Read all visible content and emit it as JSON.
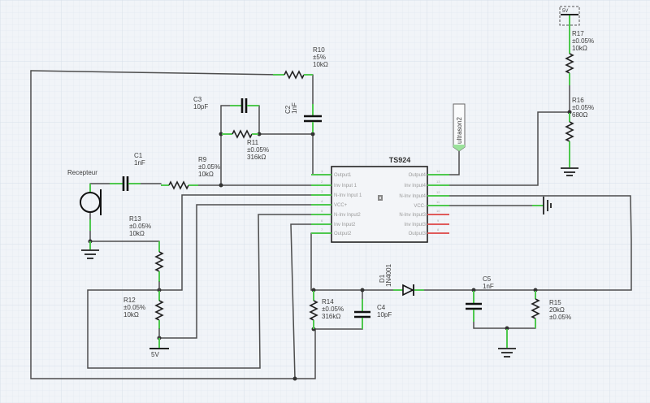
{
  "canvas": {
    "background": "#f1f4f8",
    "wire_color": "#4d4d4d",
    "connected_pin_color": "#4ec84e",
    "unconnected_pin_color": "#e05a5a"
  },
  "ic": {
    "name": "TS924",
    "icon": "chip-icon",
    "left_pins": [
      {
        "num": "1",
        "label": "Output1"
      },
      {
        "num": "2",
        "label": "Inv Input 1"
      },
      {
        "num": "3",
        "label": "N-Inv Input 1"
      },
      {
        "num": "4",
        "label": "VCC+"
      },
      {
        "num": "5",
        "label": "N-Inv Input2"
      },
      {
        "num": "6",
        "label": "Inv Input2"
      },
      {
        "num": "7",
        "label": "Output2"
      }
    ],
    "right_pins": [
      {
        "num": "14",
        "label": "Output4"
      },
      {
        "num": "13",
        "label": "Inv Input4"
      },
      {
        "num": "12",
        "label": "N-Inv Input4"
      },
      {
        "num": "11",
        "label": "VCC-"
      },
      {
        "num": "10",
        "label": "N-Inv Input3"
      },
      {
        "num": "9",
        "label": "Inv Input3"
      },
      {
        "num": "8",
        "label": "Output3"
      }
    ]
  },
  "components": {
    "mic": {
      "label": "Recepteur"
    },
    "C1": {
      "ref": "C1",
      "value": "1nF"
    },
    "C2": {
      "ref": "C2",
      "value": "1nF"
    },
    "C3": {
      "ref": "C3",
      "value": "10pF"
    },
    "C4": {
      "ref": "C4",
      "value": "10pF"
    },
    "C5": {
      "ref": "C5",
      "value": "1nF"
    },
    "R9": {
      "ref": "R9",
      "tolerance": "±0.05%",
      "value": "10kΩ"
    },
    "R10": {
      "ref": "R10",
      "tolerance": "±5%",
      "value": "10kΩ"
    },
    "R11": {
      "ref": "R11",
      "tolerance": "±0.05%",
      "value": "316kΩ"
    },
    "R12": {
      "ref": "R12",
      "tolerance": "±0.05%",
      "value": "10kΩ"
    },
    "R13": {
      "ref": "R13",
      "tolerance": "±0.05%",
      "value": "10kΩ"
    },
    "R14": {
      "ref": "R14",
      "tolerance": "±0.05%",
      "value": "316kΩ"
    },
    "R15": {
      "ref": "R15",
      "tolerance": "±0.05%",
      "value": "20kΩ"
    },
    "R16": {
      "ref": "R16",
      "tolerance": "±0.05%",
      "value": "680Ω"
    },
    "R17": {
      "ref": "R17",
      "tolerance": "±0.05%",
      "value": "10kΩ"
    },
    "D1": {
      "ref": "D1",
      "value": "1N4001"
    }
  },
  "power": {
    "top_supply": "5V",
    "bottom_supply": "5V"
  },
  "net_labels": {
    "ultrason": "ultrason2"
  }
}
